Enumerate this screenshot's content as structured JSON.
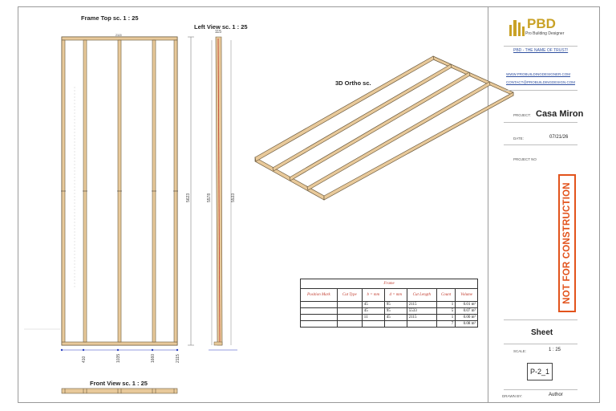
{
  "views": {
    "frame_top": "Frame Top sc. 1 : 25",
    "left_view": "Left View sc. 1 : 25",
    "ortho": "3D Ortho sc.",
    "front_view": "Front View sc. 1 : 25"
  },
  "dimensions": {
    "top_width": "2115",
    "side_height": "5623",
    "left_outer": "5578",
    "left_inner": "5533",
    "left_top": "115",
    "bottom": [
      "410",
      "1035",
      "1660",
      "2115"
    ]
  },
  "frame_table": {
    "title": "Frame",
    "headers": [
      "Position Mark",
      "Cut Type",
      "b = mm",
      "d = mm",
      "Cut Length",
      "Count",
      "Volume"
    ],
    "rows": [
      [
        "",
        "",
        "45",
        "95",
        "2115",
        "1",
        "0.01 m³"
      ],
      [
        "",
        "",
        "45",
        "95",
        "5533",
        "5",
        "0.07 m³"
      ],
      [
        "",
        "",
        "11",
        "45",
        "2115",
        "1",
        "0.00 m³"
      ],
      [
        "",
        "",
        "",
        "",
        "",
        "7",
        "0.08 m³"
      ]
    ]
  },
  "title_block": {
    "brand": "PBD",
    "brand_sub": "Pro Building Designer",
    "tagline": "PBD - THE NAME OF TRUST!",
    "website": "WWW.PROBUILDINGDESIGNER.COM",
    "contact": "CONTACT@PROBUILDINGDESIGN.COM",
    "project_label": "PROJECT:",
    "project_value": "Casa Miron",
    "date_label": "DATE:",
    "date_value": "07/21/26",
    "project_no_label": "PROJECT NO",
    "stamp": "NOT FOR CONSTRUCTION",
    "sheet_label": "Sheet",
    "scale_label": "SCALE:",
    "scale_value": "1 : 25",
    "sheet_number": "P-2_1",
    "drawn_by_label": "DRAWN BY:",
    "drawn_by_value": "Author"
  },
  "colors": {
    "timber": "#e8c99a",
    "timber_edge": "#6b5a3e",
    "stamp": "#e2531c",
    "brand": "#c9a227",
    "dim_blue": "#2a3fbf"
  }
}
